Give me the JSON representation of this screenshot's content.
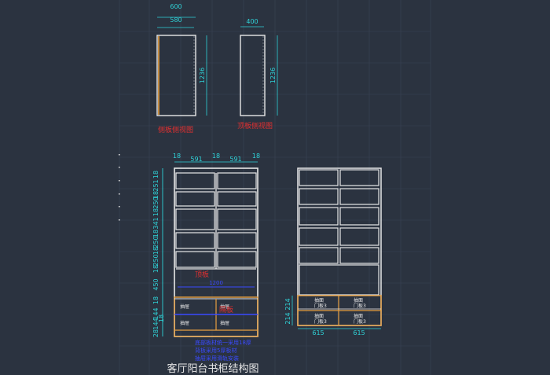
{
  "title": "客厅阳台书柜结构图",
  "side_view": {
    "width_outer": "600",
    "width_inner": "580",
    "height": "1236",
    "label": "侧板侧视图"
  },
  "back_view": {
    "width": "400",
    "height": "1236",
    "label": "顶板侧视图"
  },
  "front_view": {
    "top_dims": [
      "18",
      "591",
      "18",
      "591",
      "18"
    ],
    "left_dims": [
      "18",
      "251",
      "18",
      "250",
      "18",
      "341",
      "18",
      "250",
      "18",
      "250",
      "18",
      "450",
      "18",
      "144",
      "18",
      "144",
      "28"
    ],
    "label_shelf": "顶板",
    "label_width": "1200",
    "drawers": [
      "抽屉",
      "抽屉",
      "抽屉",
      "抽屉"
    ],
    "label_middle": "隔板",
    "notes": [
      "底部板材统一采用18厚",
      "背板采用5厚板材",
      "抽屉采用滑轨安装"
    ]
  },
  "right_view": {
    "drawer_labels": [
      "抽面",
      "抽面",
      "抽面",
      "抽面"
    ],
    "door_labels": [
      "门板3",
      "门板3",
      "门板3",
      "门板3"
    ],
    "left_dims": [
      "214",
      "214"
    ],
    "bottom_dims": [
      "615",
      "615"
    ]
  },
  "colors": {
    "background": "#2b3340",
    "lines": "#e8e8e8",
    "dimension": "#2fd3d8",
    "accent_wood": "#e8a040",
    "red_text": "#e23030",
    "blue_text": "#3a4bff"
  }
}
